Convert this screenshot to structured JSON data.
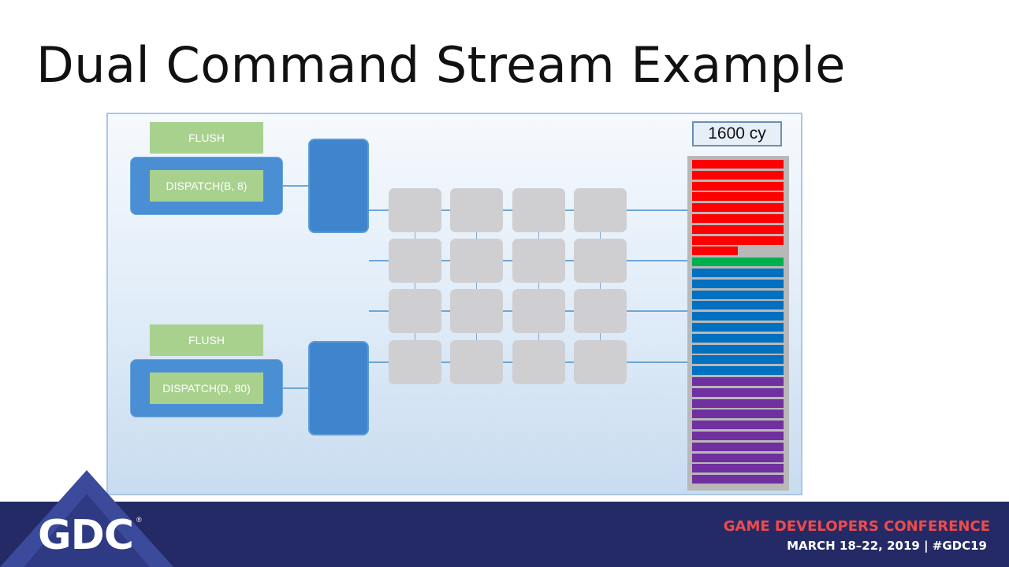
{
  "slide": {
    "title": "Dual Command Stream Example"
  },
  "diagram": {
    "stream_a": {
      "flush_label": "FLUSH",
      "dispatch_label": "DISPATCH(B, 8)"
    },
    "stream_b": {
      "flush_label": "FLUSH",
      "dispatch_label": "DISPATCH(D, 80)"
    },
    "cycle_counter": "1600 cy",
    "grid": {
      "rows": 4,
      "cols": 4
    },
    "usage_bars": {
      "red_full_count": 8,
      "red_partial_fraction": 0.5,
      "green_count": 1,
      "blue_count": 10,
      "purple_count": 10
    },
    "colors": {
      "flush_green": "#a9d18e",
      "queue_blue": "#3f85ce",
      "cell_gray": "#cfcfd1",
      "bar_red": "#ff0000",
      "bar_green": "#00b050",
      "bar_blue": "#0070c0",
      "bar_purple": "#7030a0"
    }
  },
  "footer": {
    "logo_text": "GDC",
    "logo_mark": "®",
    "conference_name": "GAME DEVELOPERS CONFERENCE",
    "dates": "MARCH 18–22, 2019 | #GDC19",
    "background_color": "#232a66"
  }
}
